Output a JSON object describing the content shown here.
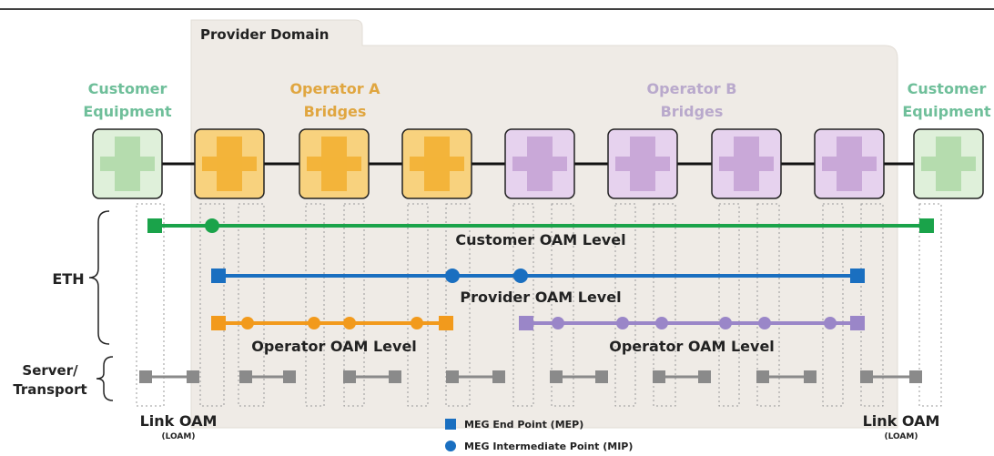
{
  "provider_domain": "Provider Domain",
  "groups": {
    "customer_left": [
      "Customer",
      "Equipment"
    ],
    "operator_a": [
      "Operator A",
      "Bridges"
    ],
    "operator_b": [
      "Operator B",
      "Bridges"
    ],
    "customer_right": [
      "Customer",
      "Equipment"
    ]
  },
  "levels": {
    "customer": "Customer OAM Level",
    "provider": "Provider OAM Level",
    "operator_a": "Operator OAM Level",
    "operator_b": "Operator OAM Level"
  },
  "layers": {
    "eth": "ETH",
    "server": [
      "Server/",
      "Transport"
    ]
  },
  "link_oam": {
    "left": [
      "Link OAM",
      "(LOAM)"
    ],
    "right": [
      "Link OAM",
      "(LOAM)"
    ]
  },
  "legend": {
    "mep": "MEG End Point (MEP)",
    "mip": "MEG Intermediate Point (MIP)"
  },
  "colors": {
    "customer": "#1aa34a",
    "provider": "#1a6fc0",
    "operator_a": "#f29a1c",
    "operator_b": "#9a86c8",
    "link": "#8a8a8a",
    "customer_box": "#b5dcae",
    "operator_a_box": "#f3b43a",
    "operator_b_box": "#c9a8d8",
    "domain_bg": "#efebe6",
    "customer_text": "#6fbf9a",
    "operator_a_text": "#e0a640",
    "operator_b_text": "#b9a9cc"
  },
  "icons": {
    "mep": "square-marker",
    "mip": "circle-marker",
    "bridge": "cross-box-icon"
  }
}
